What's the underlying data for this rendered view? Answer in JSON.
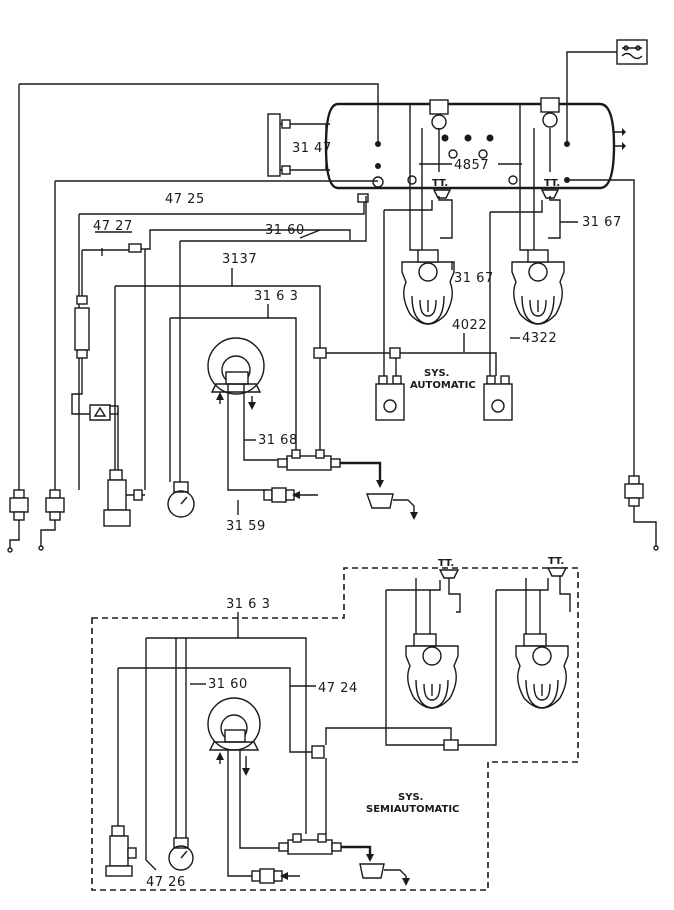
{
  "labels": {
    "l3147": "31 47",
    "l4857": "4857",
    "l4725": "47 25",
    "l4727": "47 27",
    "l3160a": "31 60",
    "l3167a": "31 67",
    "l3167b": "31 67",
    "l3137": "3137",
    "l3163a": "31 6 3",
    "l4022": "4022",
    "l4322": "4322",
    "l3168": "31 68",
    "l3159": "31 59",
    "l3163b": "31 6 3",
    "l3160b": "31 60",
    "l4724": "47 24",
    "l4726": "47 26",
    "tt1": "TT.",
    "tt2": "TT.",
    "tt3": "TT.",
    "tt4": "TT."
  },
  "systems": {
    "auto_1": "SYS.",
    "auto_2": "AUTOMATIC",
    "semi_1": "SYS.",
    "semi_2": "SEMIAUTOMATIC"
  },
  "colors": {
    "ink": "#1a1a1a",
    "paper": "#ffffff"
  }
}
